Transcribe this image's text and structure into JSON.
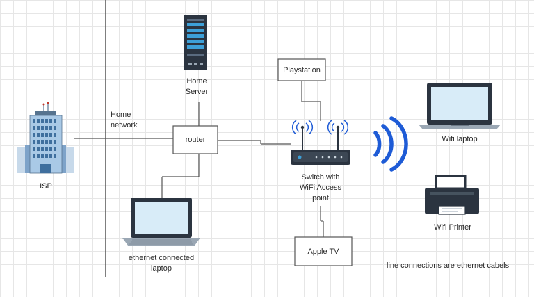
{
  "labels": {
    "isp": "ISP",
    "home_network_line1": "Home",
    "home_network_line2": "network",
    "home_server_line1": "Home",
    "home_server_line2": "Server",
    "router": "router",
    "playstation": "Playstation",
    "switch_line1": "Switch with",
    "switch_line2": "WiFi Access",
    "switch_line3": "point",
    "apple_tv": "Apple TV",
    "wifi_laptop": "Wifi laptop",
    "wifi_printer": "Wifi Printer",
    "ethernet_laptop_line1": "ethernet connected",
    "ethernet_laptop_line2": "laptop",
    "note": "line connections are ethernet cabels"
  },
  "icons": {
    "isp": "office-building-icon",
    "home_server": "server-rack-icon",
    "switch": "wifi-router-icon",
    "wifi_signal": "wifi-signal-icon",
    "wifi_laptop": "laptop-icon",
    "wifi_printer": "printer-icon",
    "ethernet_laptop": "laptop-icon"
  },
  "colors": {
    "line": "#555555",
    "dark": "#2b3440",
    "wifi_blue": "#1e5bd6",
    "screen": "#d8ecf8",
    "glass": "#a9c9e6"
  }
}
